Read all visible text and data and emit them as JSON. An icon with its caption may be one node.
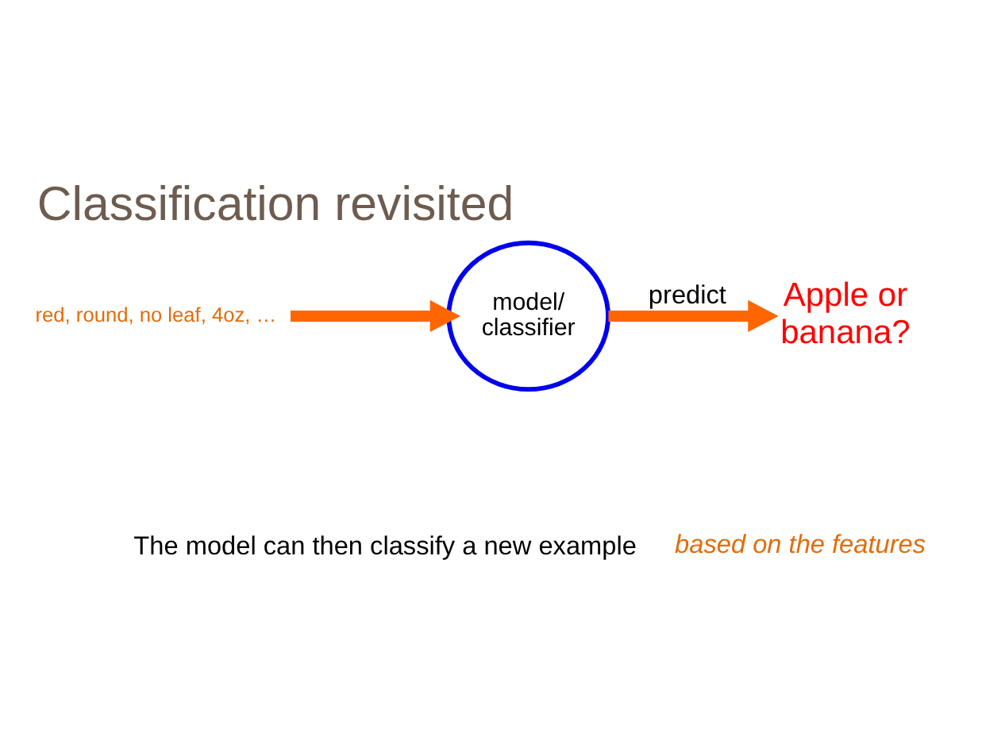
{
  "diagram": {
    "title": "Classification revisited",
    "caption": "The model can then classify a new example *based on the features*",
    "nodes": [
      {
        "text": [
          "red, round, no leaf, 4oz, …"
        ]
      },
      {
        "text": [
          "model/ classifier"
        ]
      },
      {
        "text": [
          "Apple or banana?"
        ]
      }
    ],
    "edges": [
      {
        "from": 0,
        "to": 1,
        "arrow": "to"
      },
      {
        "from": 1,
        "to": 2,
        "arrow": "to",
        "label": "predict"
      }
    ]
  }
}
